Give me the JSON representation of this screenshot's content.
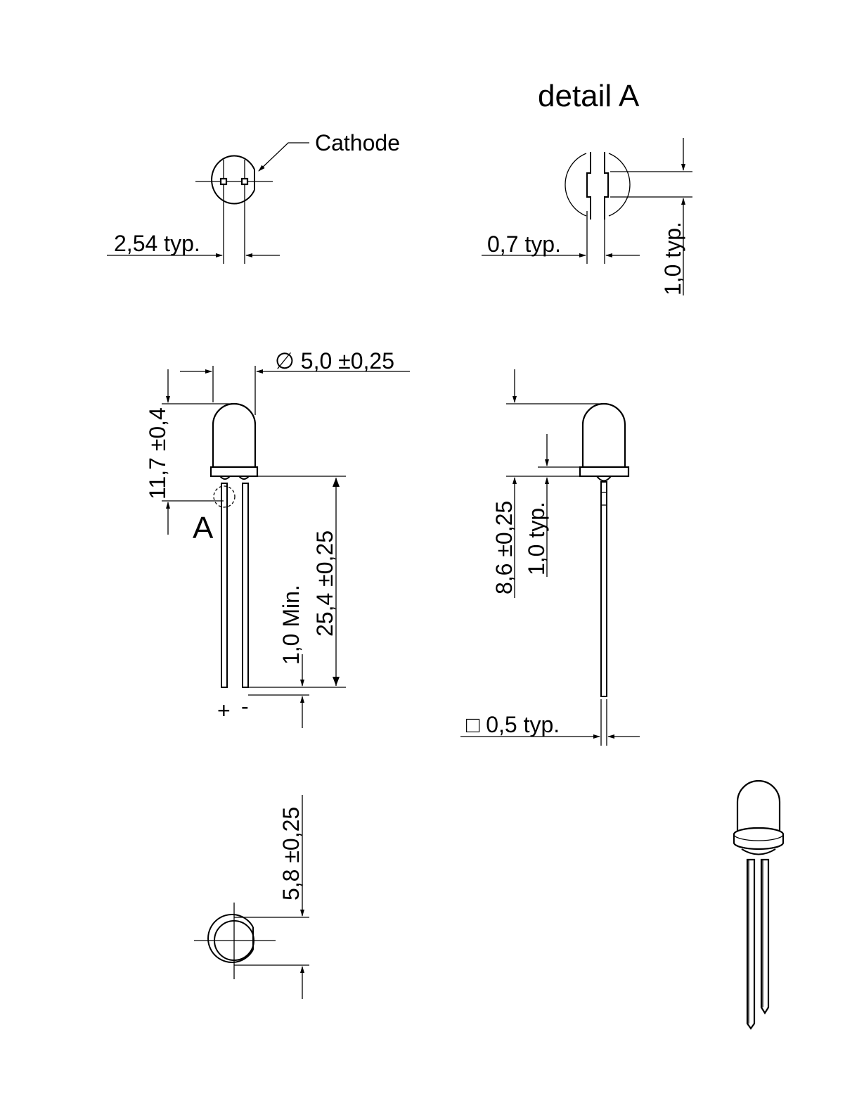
{
  "title": "detail A",
  "labels": {
    "cathode": "Cathode",
    "pitch": "2,54  typ.",
    "lead_width_detail": "0,7  typ.",
    "detail_height": "1,0  typ.",
    "diameter": "∅  5,0  ±0,25",
    "body_height": "11,7 ±0,4",
    "detail_marker": "A",
    "lead_length": "25,4 ±0,25",
    "min_length": "1,0  Min.",
    "plus": "+",
    "minus": "-",
    "dome_height": "8,6 ±0,25",
    "flange_height": "1,0  typ.",
    "lead_square": "□  0,5  typ.",
    "flange_diameter": "5,8 ±0,25"
  }
}
